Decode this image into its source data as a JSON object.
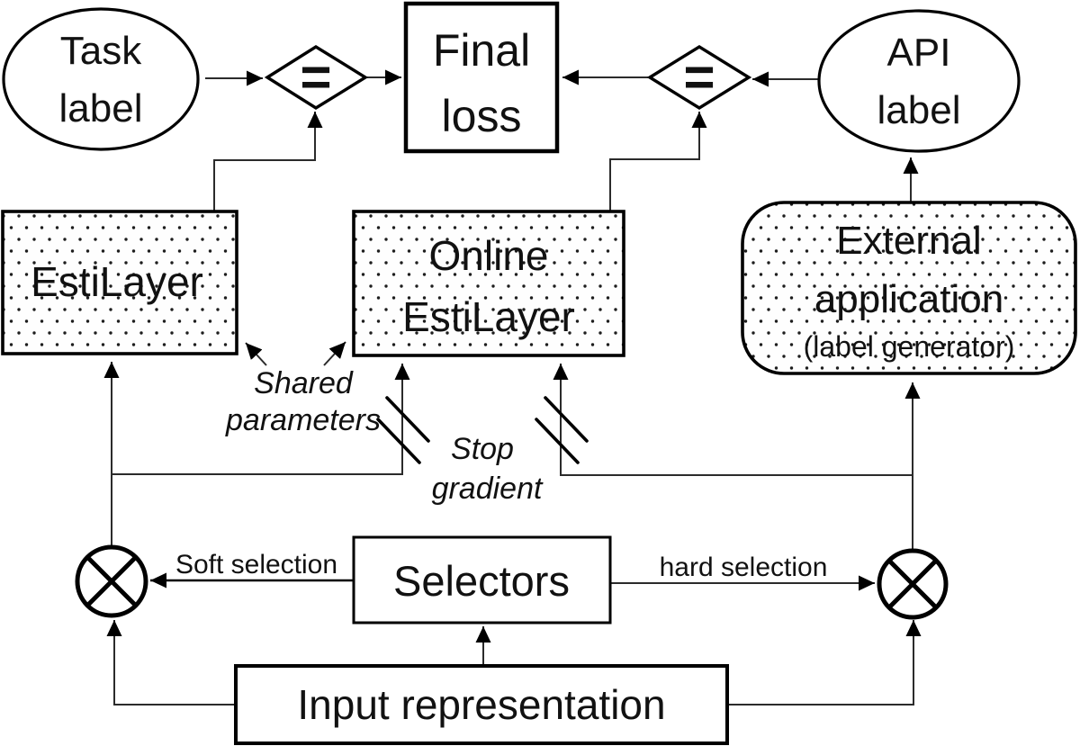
{
  "nodes": {
    "task_label": {
      "line1": "Task",
      "line2": "label"
    },
    "final_loss": {
      "line1": "Final",
      "line2": "loss"
    },
    "api_label": {
      "line1": "API",
      "line2": "label"
    },
    "esti_layer": {
      "label": "EstiLayer"
    },
    "online_esti_layer": {
      "line1": "Online",
      "line2": "EstiLayer"
    },
    "external_application": {
      "line1": "External",
      "line2": "application",
      "line3": "(label generator)"
    },
    "selectors": {
      "label": "Selectors"
    },
    "input_representation": {
      "label": "Input representation"
    },
    "comparator": {
      "symbol": "="
    }
  },
  "annotations": {
    "shared_parameters": {
      "line1": "Shared",
      "line2": "parameters"
    },
    "stop_gradient": {
      "line1": "Stop",
      "line2": "gradient"
    },
    "soft_selection": "Soft selection",
    "hard_selection": "hard selection"
  },
  "icons": {
    "equals_comparator": "=",
    "multiply_node": "circle-with-x",
    "stop_gradient_break": "double-slash"
  },
  "colors": {
    "ink": "#111111",
    "line": "#2b2b2b",
    "background": "#ffffff"
  }
}
